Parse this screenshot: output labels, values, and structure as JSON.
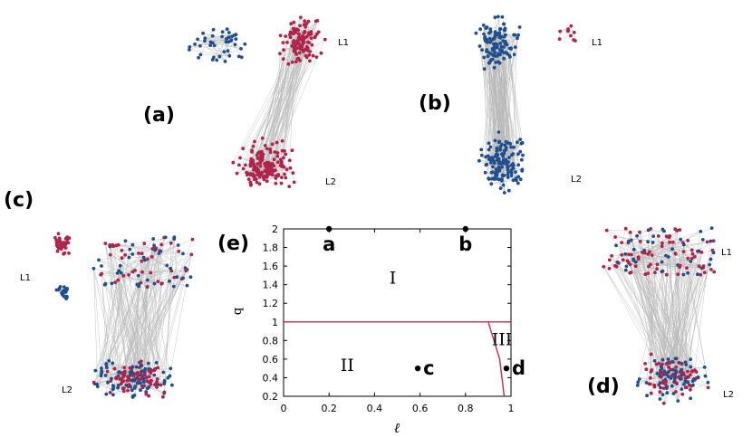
{
  "colors": {
    "blue": "#1f4f8f",
    "red": "#b0234a",
    "edge": "#b9b9b9",
    "boundary": "#c8284f"
  },
  "panels": {
    "a": {
      "label": "(a)",
      "l1": "L1",
      "l2": "L2"
    },
    "b": {
      "label": "(b)",
      "l1": "L1",
      "l2": "L2"
    },
    "c": {
      "label": "(c)",
      "l1": "L1",
      "l2": "L2"
    },
    "d": {
      "label": "(d)",
      "l1": "L1",
      "l2": "L2"
    }
  },
  "chart_data": {
    "type": "scatter",
    "title": "(e)",
    "xlabel": "ℓ",
    "ylabel": "q",
    "xlim": [
      0,
      1
    ],
    "ylim": [
      0.2,
      2
    ],
    "x_ticks": [
      "0",
      "0.2",
      "0.4",
      "0.6",
      "0.8",
      "1"
    ],
    "y_ticks": [
      "0.2",
      "0.4",
      "0.6",
      "0.8",
      "1",
      "1.2",
      "1.4",
      "1.6",
      "1.8",
      "2"
    ],
    "grid": false,
    "regions": [
      {
        "label": "I",
        "x": 0.48,
        "y": 1.48
      },
      {
        "label": "II",
        "x": 0.28,
        "y": 0.54
      },
      {
        "label": "III",
        "x": 0.96,
        "y": 0.82
      }
    ],
    "boundaries": [
      {
        "points": [
          [
            0,
            1
          ],
          [
            0.9,
            1
          ],
          [
            1,
            1
          ]
        ]
      },
      {
        "points": [
          [
            0.9,
            1
          ],
          [
            0.95,
            0.6
          ],
          [
            0.97,
            0.2
          ]
        ]
      }
    ],
    "points": [
      {
        "label": "a",
        "x": 0.2,
        "y": 2.0
      },
      {
        "label": "b",
        "x": 0.8,
        "y": 2.0
      },
      {
        "label": "c",
        "x": 0.59,
        "y": 0.5
      },
      {
        "label": "d",
        "x": 0.98,
        "y": 0.5
      }
    ]
  }
}
